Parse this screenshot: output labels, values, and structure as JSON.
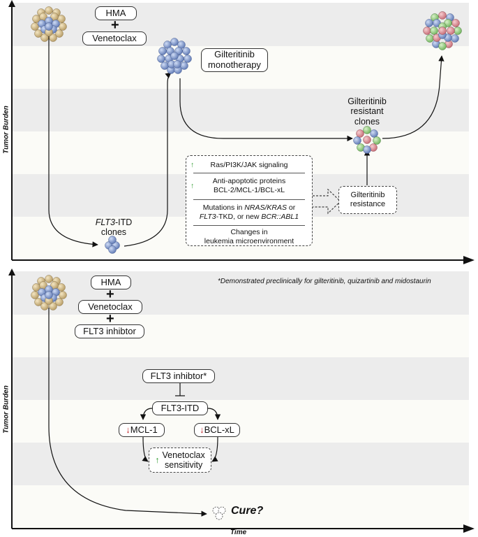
{
  "top_panel": {
    "y_axis_label": "Tumor Burden",
    "hma": "HMA",
    "venetoclax": "Venetoclax",
    "plus": "+",
    "gilteritinib_mono_line1": "Gilteritinib",
    "gilteritinib_mono_line2": "monotherapy",
    "flt3_itd_italic": "FLT3",
    "flt3_itd_suffix": "-ITD",
    "clones": "clones",
    "resistant_line1": "Gilteritinib",
    "resistant_line2": "resistant",
    "resistant_line3": "clones",
    "resistance_box_line1": "Gilteritinib",
    "resistance_box_line2": "resistance",
    "mechanisms": {
      "m1": "Ras/PI3K/JAK signaling",
      "m2_line1": "Anti-apoptotic proteins",
      "m2_line2": "BCL-2/MCL-1/BCL-xL",
      "m3_a": "Mutations in ",
      "m3_b": "NRAS/KRAS",
      "m3_c": " or",
      "m3_d": "FLT3",
      "m3_e": "-TKD, or new ",
      "m3_f": "BCR::ABL1",
      "m4_line1": "Changes in",
      "m4_line2": "leukemia microenvironment"
    }
  },
  "bottom_panel": {
    "y_axis_label": "Tumor Burden",
    "x_axis_label": "Time",
    "footnote": "*Demonstrated preclinically for gilteritinib, quizartinib and midostaurin",
    "hma": "HMA",
    "venetoclax": "Venetoclax",
    "flt3_inhibitor": "FLT3 inhibtor",
    "plus": "+",
    "flt3_inhibitor_star": "FLT3 inhibtor*",
    "flt3_itd": "FLT3-ITD",
    "mcl1": "MCL-1",
    "bclxl": "BCL-xL",
    "venetoclax_sens_line1": "Venetoclax",
    "venetoclax_sens_line2": "sensitivity",
    "cure": "Cure?"
  },
  "colors": {
    "band_dark": "#ececec",
    "band_light": "#fbfbf7",
    "up_arrow": "#2e9a2e",
    "down_arrow": "#c0282a",
    "cell_tan": "#d8c49a",
    "cell_blue": "#8aa2d4"
  }
}
